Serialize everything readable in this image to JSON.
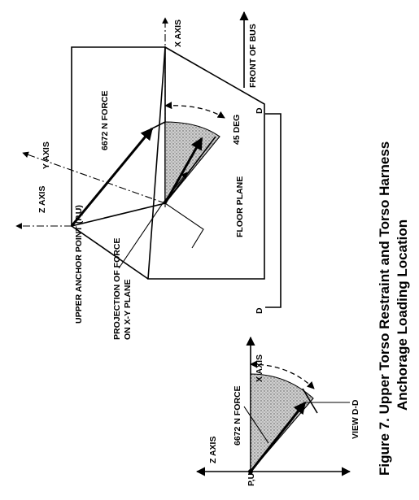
{
  "figure": {
    "caption_line1": "Figure 7.  Upper Torso Restraint and Torso Harness",
    "caption_line2": "Anchorage Loading Location"
  },
  "main_view": {
    "x_axis": "X AXIS",
    "y_axis": "Y AXIS",
    "z_axis": "Z AXIS",
    "front_of_bus": "FRONT OF BUS",
    "force": "6672 N  FORCE",
    "angle": "45 DEG",
    "floor_plane": "FLOOR PLANE",
    "anchor_point": "UPPER ANCHOR POINT (P,U)",
    "projection_line1": "PROJECTION OF FORCE",
    "projection_line2": "ON X-Y PLANE",
    "section_label_top": "D",
    "section_label_bottom": "D"
  },
  "view_dd": {
    "z_axis": "Z AXIS",
    "x_axis": "X AXIS",
    "force": "6672 N FORCE",
    "view_label": "VIEW D-D",
    "point": "P,U"
  }
}
